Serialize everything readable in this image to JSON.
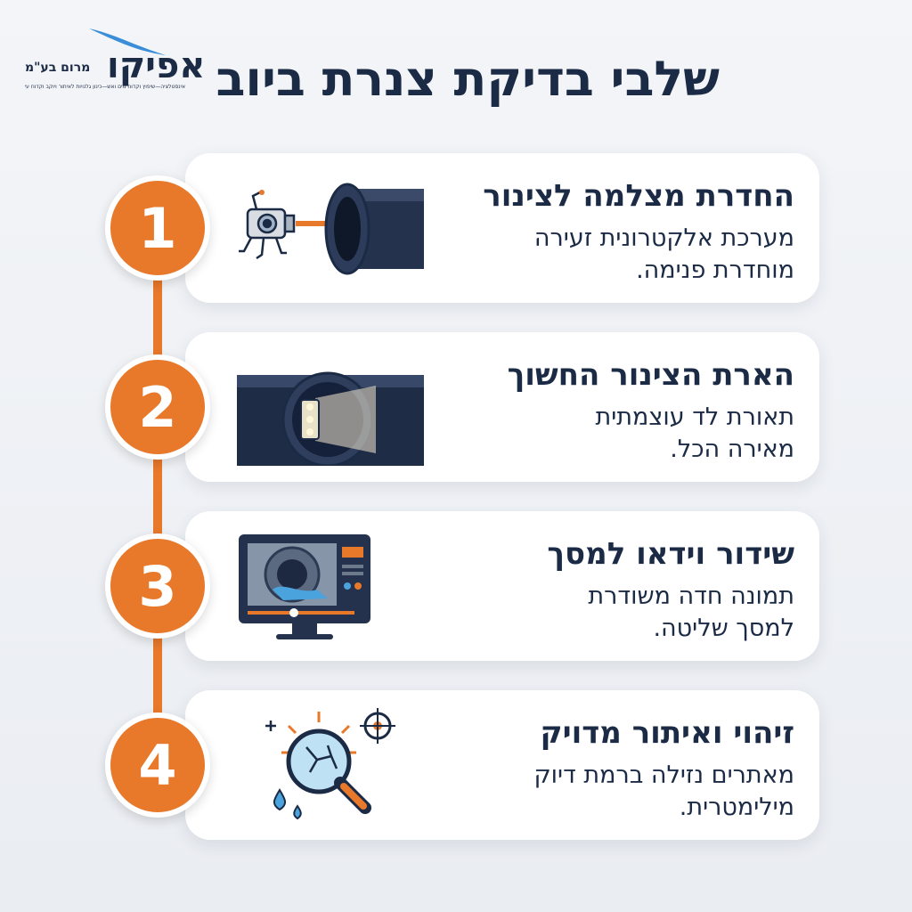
{
  "logo": {
    "name": "אפיקו",
    "sub_name": "מרום בע\"מ",
    "tagline": "אינסטלציה—שיפוץ וקדוח מים ואש—כינון גלנויות לאיתור ויוקב וקדוח עירונית"
  },
  "page_title": "שלבי בדיקת צנרת ביוב",
  "colors": {
    "accent": "#e8782a",
    "navy": "#1b2a45",
    "card": "#ffffff"
  },
  "steps": [
    {
      "number": "1",
      "title": "החדרת מצלמה לצינור",
      "desc_line1": "מערכת אלקטרונית זעירה",
      "desc_line2": "מוחדרת פנימה.",
      "icon": "camera-into-pipe-icon"
    },
    {
      "number": "2",
      "title": "הארת הצינור החשוך",
      "desc_line1": "תאורת לד עוצמתית",
      "desc_line2": "מאירה הכל.",
      "icon": "led-pipe-light-icon"
    },
    {
      "number": "3",
      "title": "שידור וידאו למסך",
      "desc_line1": "תמונה חדה משודרת",
      "desc_line2": "למסך שליטה.",
      "icon": "monitor-video-icon"
    },
    {
      "number": "4",
      "title": "זיהוי ואיתור מדויק",
      "desc_line1": "מאתרים נזילה ברמת דיוק",
      "desc_line2": "מילימטרית.",
      "icon": "magnifier-leak-icon"
    }
  ]
}
